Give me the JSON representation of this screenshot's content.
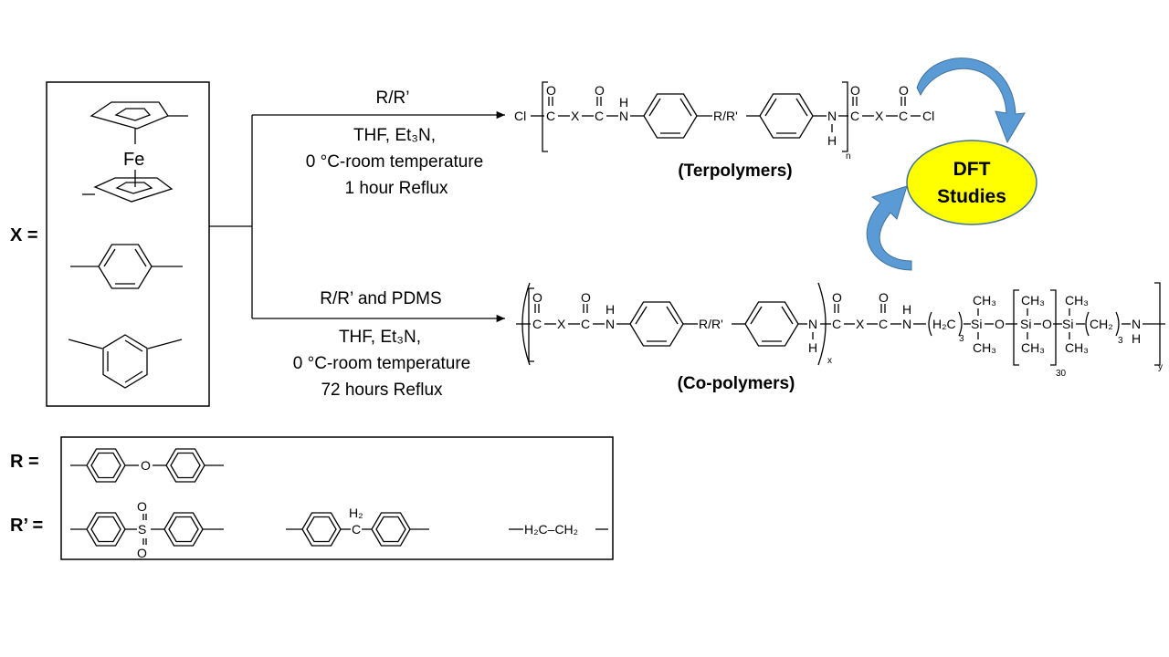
{
  "labels": {
    "x_def": "X =",
    "r_def": "R =",
    "r_prime_def": "R’ ="
  },
  "ferrocene": {
    "metal": "Fe"
  },
  "top_reaction": {
    "reagent": "R/R’",
    "conditions": [
      "THF, Et₃N,",
      "0 °C-room temperature",
      "1 hour Reflux"
    ],
    "product_name": "(Terpolymers)",
    "repeat_subscript": "n"
  },
  "bottom_reaction": {
    "reagent": "R/R’ and PDMS",
    "conditions": [
      "THF, Et₃N,",
      "0 °C-room temperature",
      "72 hours Reflux"
    ],
    "product_name": "(Co-polymers)",
    "subscripts": {
      "x": "x",
      "y": "y",
      "siloxane_repeat": "30",
      "chain": "3"
    }
  },
  "dft_bubble": {
    "line1": "DFT",
    "line2": "Studies",
    "fill": "#ffff00",
    "arrow_color": "#5b9bd5"
  },
  "chem": {
    "cl": "Cl",
    "c": "C",
    "o": "O",
    "x": "X",
    "nh_h": "H",
    "n": "N",
    "r_link": "R/R'",
    "h2c": "H₂C",
    "ch2": "CH₂",
    "si": "Si",
    "ch3": "CH₃",
    "s": "S",
    "h2": "H₂",
    "ethylene": "H₂C–CH₂"
  }
}
